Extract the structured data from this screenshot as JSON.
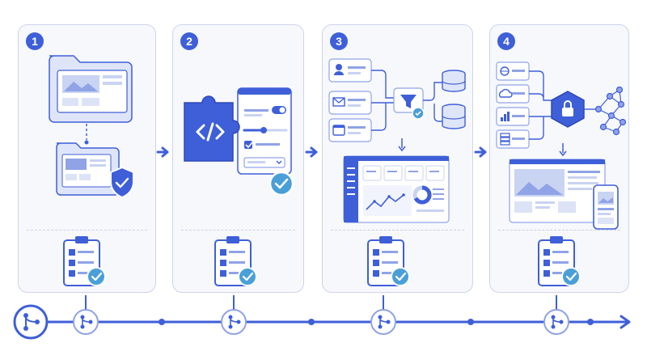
{
  "stages": [
    {
      "number": "1",
      "icon": "folder-security-icon"
    },
    {
      "number": "2",
      "icon": "code-plugin-settings-icon"
    },
    {
      "number": "3",
      "icon": "data-filter-dashboard-icon"
    },
    {
      "number": "4",
      "icon": "secure-network-devices-icon"
    }
  ],
  "checklist_icon": "clipboard-checklist-icon",
  "timeline_icon": "branch-node-icon",
  "colors": {
    "accent": "#3e5fd8",
    "panel_border": "#cdd3ec",
    "panel_bg": "#f7f8fc",
    "check_badge": "#4a9fd8"
  }
}
